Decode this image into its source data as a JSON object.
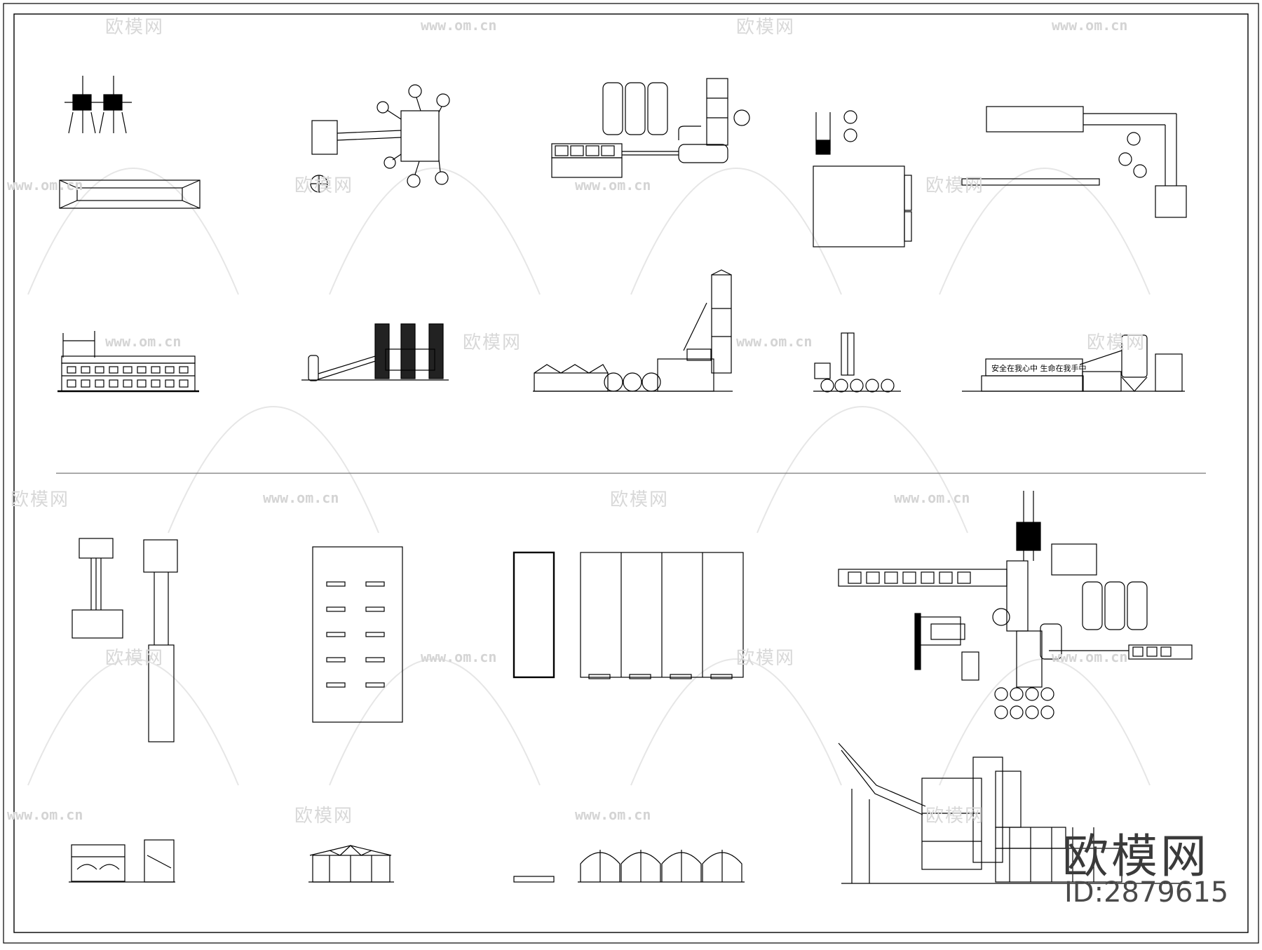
{
  "watermark": {
    "brand": "欧模网",
    "url": "www.om.cn"
  },
  "brand_mark": {
    "name": "欧模网",
    "id_label": "ID:2879615"
  },
  "drawing_text": {
    "slogan": "安全在我心中 生命在我手中"
  },
  "colors": {
    "line": "#000000",
    "watermark": "#d8d8d8",
    "background": "#ffffff"
  }
}
